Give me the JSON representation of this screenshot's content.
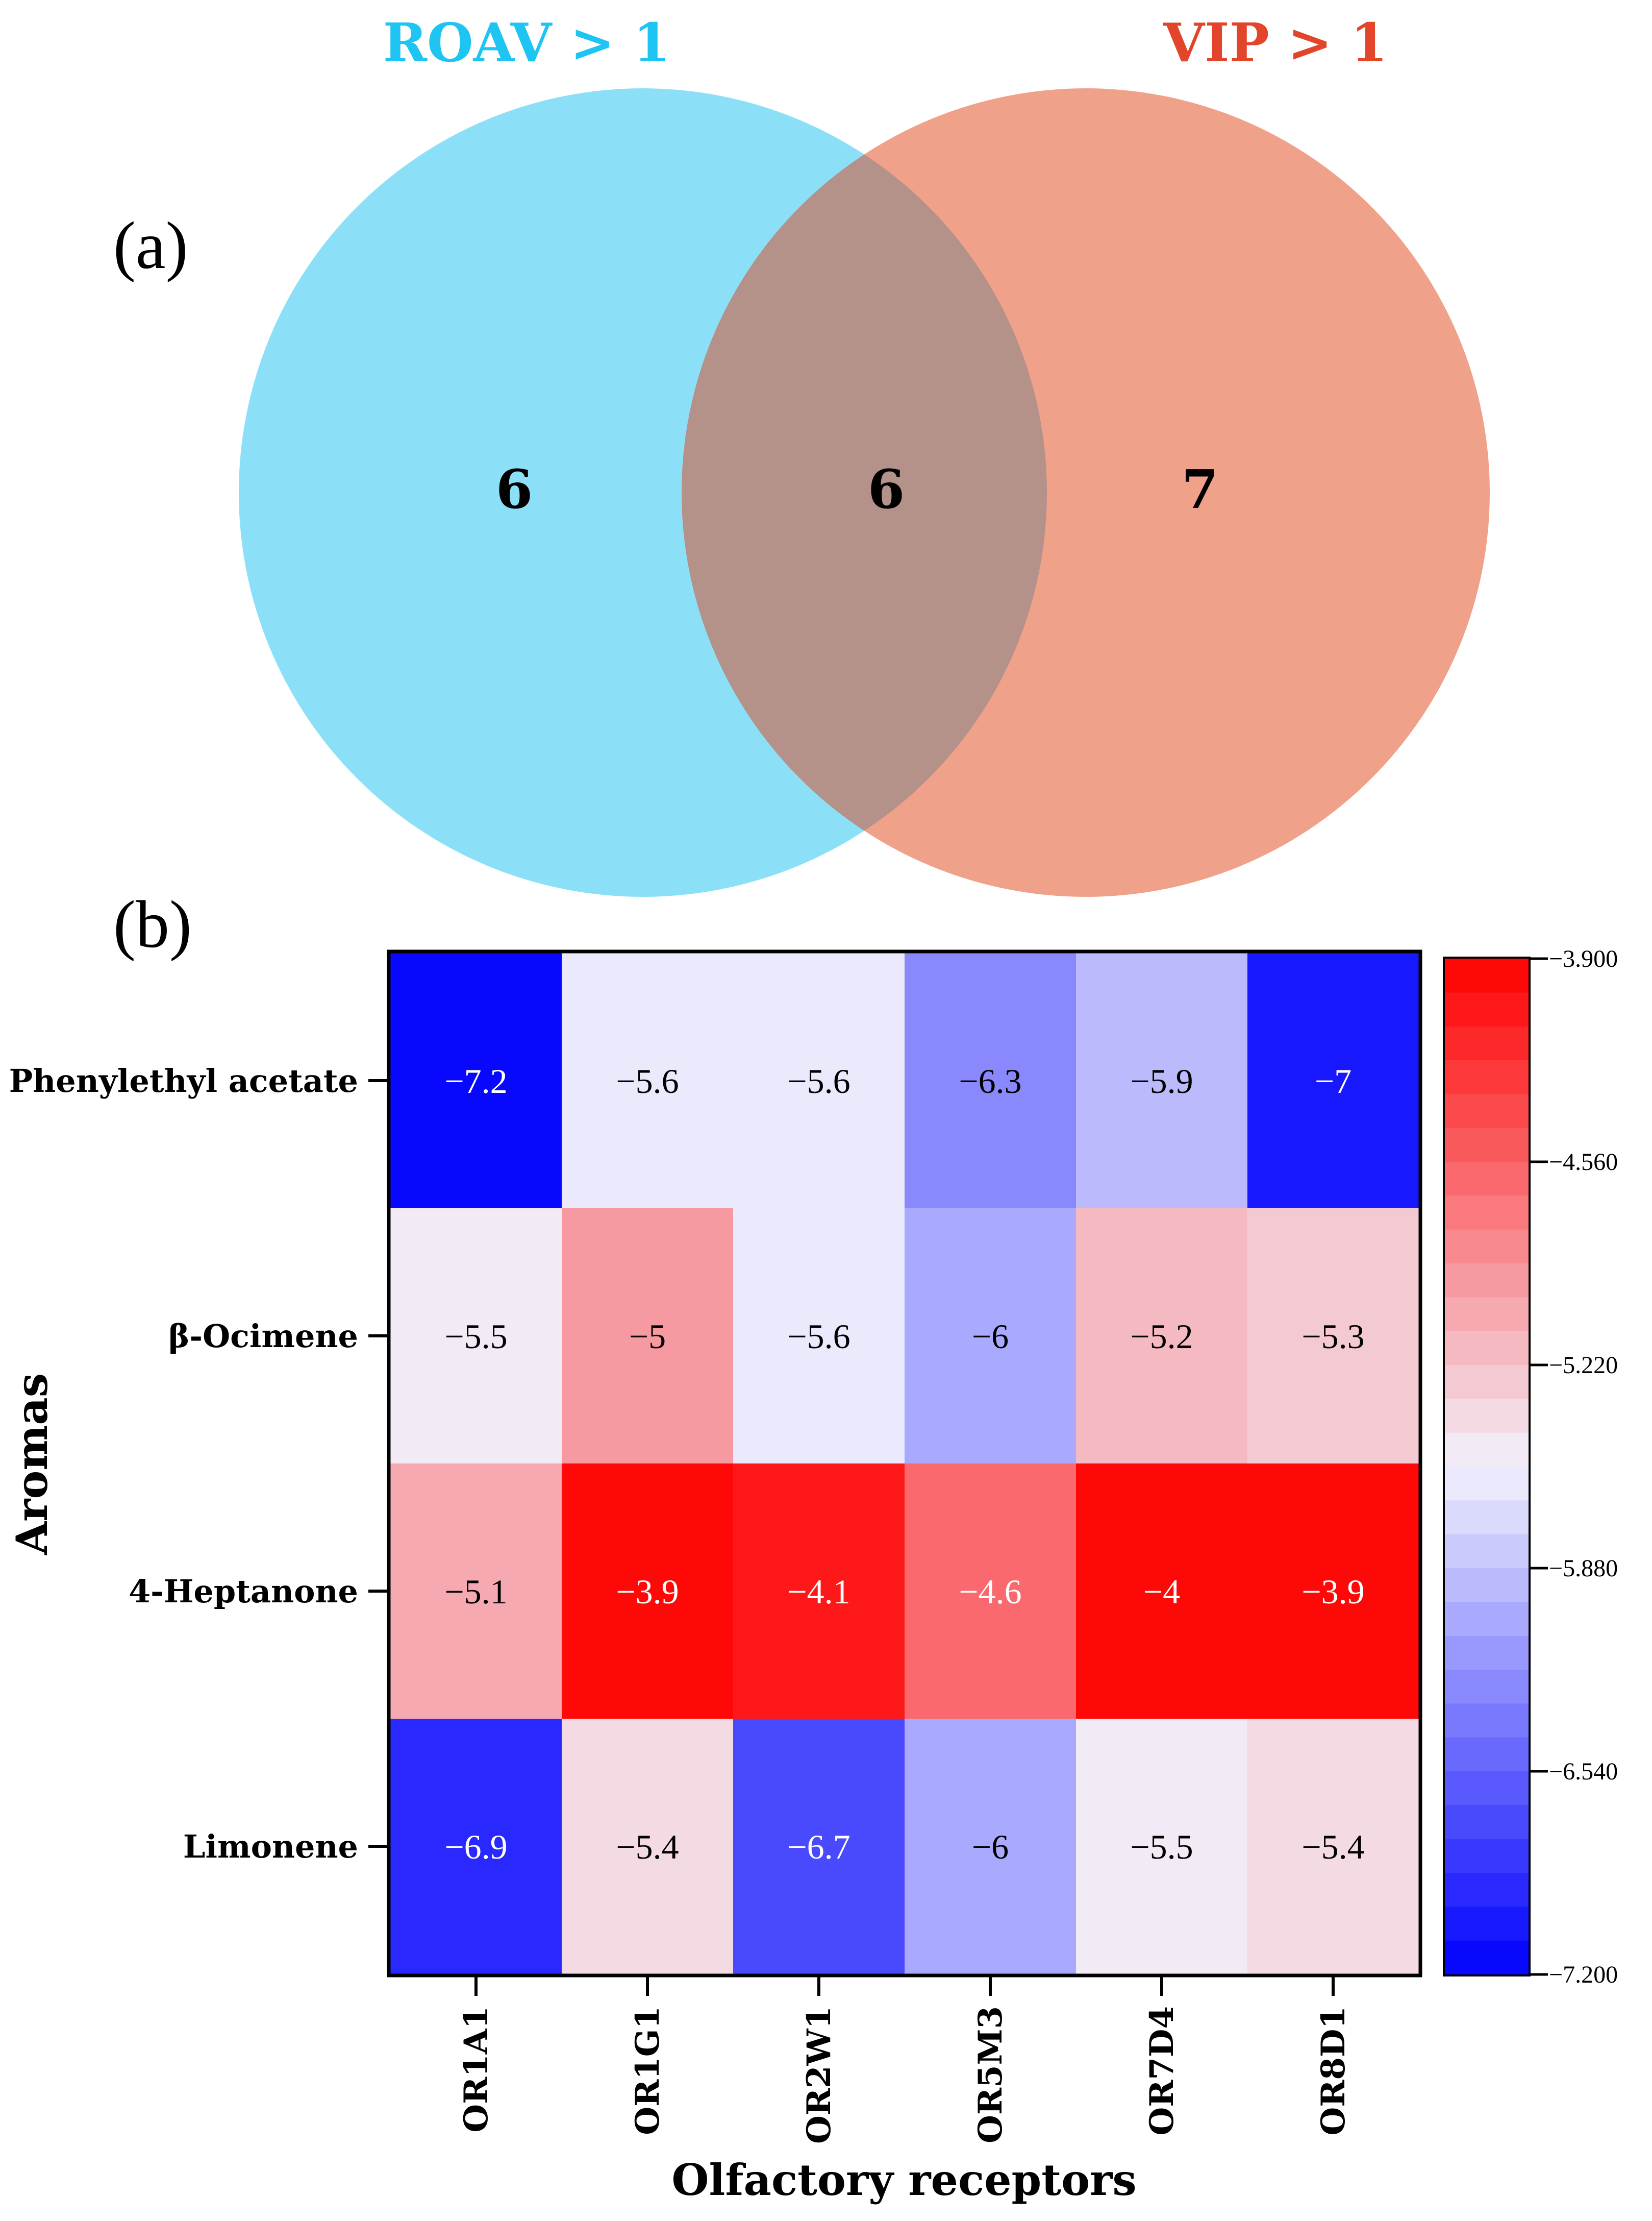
{
  "panel_a": {
    "label": "(a)",
    "left_set": {
      "title": "ROAV > 1",
      "color": "#1ec4f2",
      "fill": "#8be0f8",
      "count": "6"
    },
    "right_set": {
      "title": "VIP > 1",
      "color": "#e2452a",
      "fill": "#f0a18a",
      "count": "7"
    },
    "overlap": {
      "count": "6",
      "fill": "#b49189"
    }
  },
  "panel_b": {
    "label": "(b)"
  },
  "chart_data": [
    {
      "type": "venn",
      "sets": [
        {
          "name": "ROAV > 1",
          "only": 6
        },
        {
          "name": "VIP > 1",
          "only": 7
        }
      ],
      "intersection": 6
    },
    {
      "type": "heatmap",
      "xlabel": "Olfactory receptors",
      "ylabel": "Aromas",
      "columns": [
        "OR1A1",
        "OR1G1",
        "OR2W1",
        "OR5M3",
        "OR7D4",
        "OR8D1"
      ],
      "rows": [
        "Phenylethyl acetate",
        "β-Ocimene",
        "4-Heptanone",
        "Limonene"
      ],
      "values": [
        [
          -7.2,
          -5.6,
          -5.6,
          -6.3,
          -5.9,
          -7
        ],
        [
          -5.5,
          -5,
          -5.6,
          -6,
          -5.2,
          -5.3
        ],
        [
          -5.1,
          -3.9,
          -4.1,
          -4.6,
          -4,
          -3.9
        ],
        [
          -6.9,
          -5.4,
          -6.7,
          -6,
          -5.5,
          -5.4
        ]
      ],
      "cell_labels": [
        [
          "−7.2",
          "−5.6",
          "−5.6",
          "−6.3",
          "−5.9",
          "−7"
        ],
        [
          "−5.5",
          "−5",
          "−5.6",
          "−6",
          "−5.2",
          "−5.3"
        ],
        [
          "−5.1",
          "−3.9",
          "−4.1",
          "−4.6",
          "−4",
          "−3.9"
        ],
        [
          "−6.9",
          "−5.4",
          "−6.7",
          "−6",
          "−5.5",
          "−5.4"
        ]
      ],
      "colorbar": {
        "min": -7.2,
        "max": -3.9,
        "ticks": [
          -3.9,
          -4.56,
          -5.22,
          -5.88,
          -6.54,
          -7.2
        ],
        "tick_labels": [
          "−3.900",
          "−4.560",
          "−5.220",
          "−5.880",
          "−6.540",
          "−7.200"
        ],
        "low_color": "#0000ff",
        "mid_color": "#f2f2fc",
        "high_color": "#ff0000",
        "steps": 30
      }
    }
  ]
}
